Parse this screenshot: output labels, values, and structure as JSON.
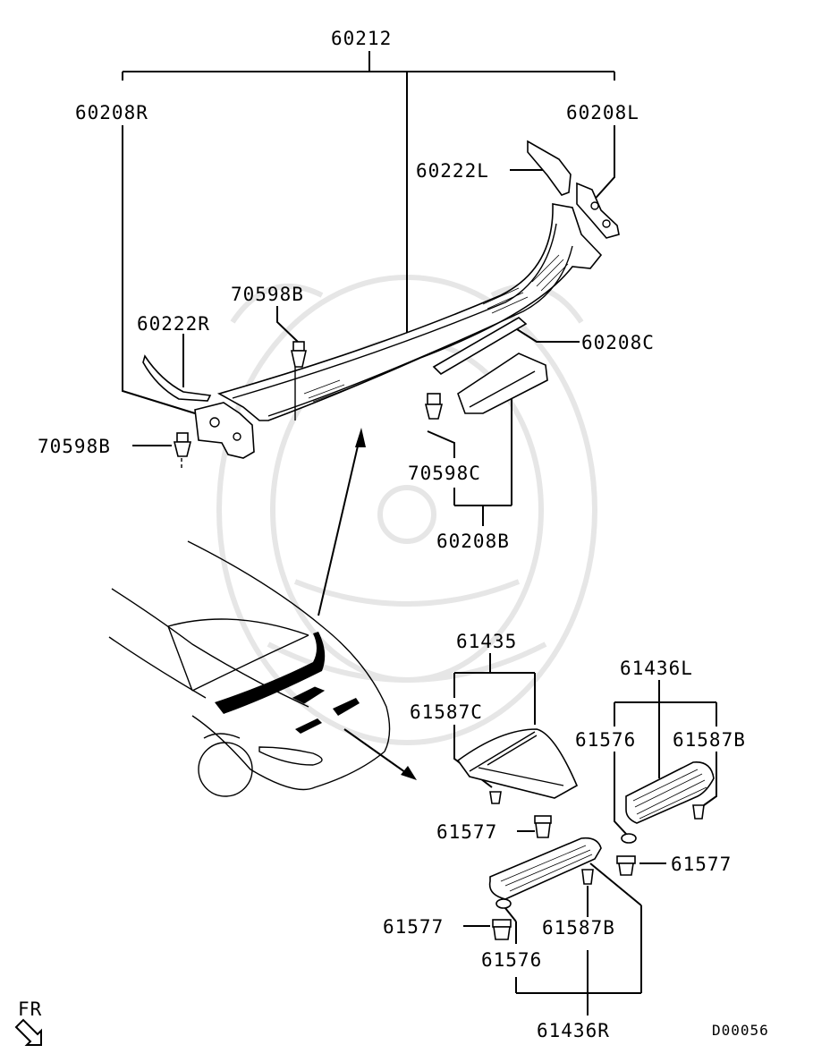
{
  "labels": {
    "p60212": "60212",
    "p60208R": "60208R",
    "p60208L": "60208L",
    "p60222L": "60222L",
    "p60222R": "60222R",
    "p70598B_top": "70598B",
    "p70598B_left": "70598B",
    "p60208C": "60208C",
    "p70598C": "70598C",
    "p60208B": "60208B",
    "p61435": "61435",
    "p61587C": "61587C",
    "p61436L": "61436L",
    "p61576_right": "61576",
    "p61587B_right": "61587B",
    "p61577_center": "61577",
    "p61577_right": "61577",
    "p61577_left": "61577",
    "p61587B_bottom": "61587B",
    "p61576_bottom": "61576",
    "p61436R": "61436R",
    "fr": "FR",
    "diagram_code": "D00056"
  },
  "icons": {
    "front_arrow": "hollow-arrow-icon",
    "watermark": "emblem-watermark"
  }
}
